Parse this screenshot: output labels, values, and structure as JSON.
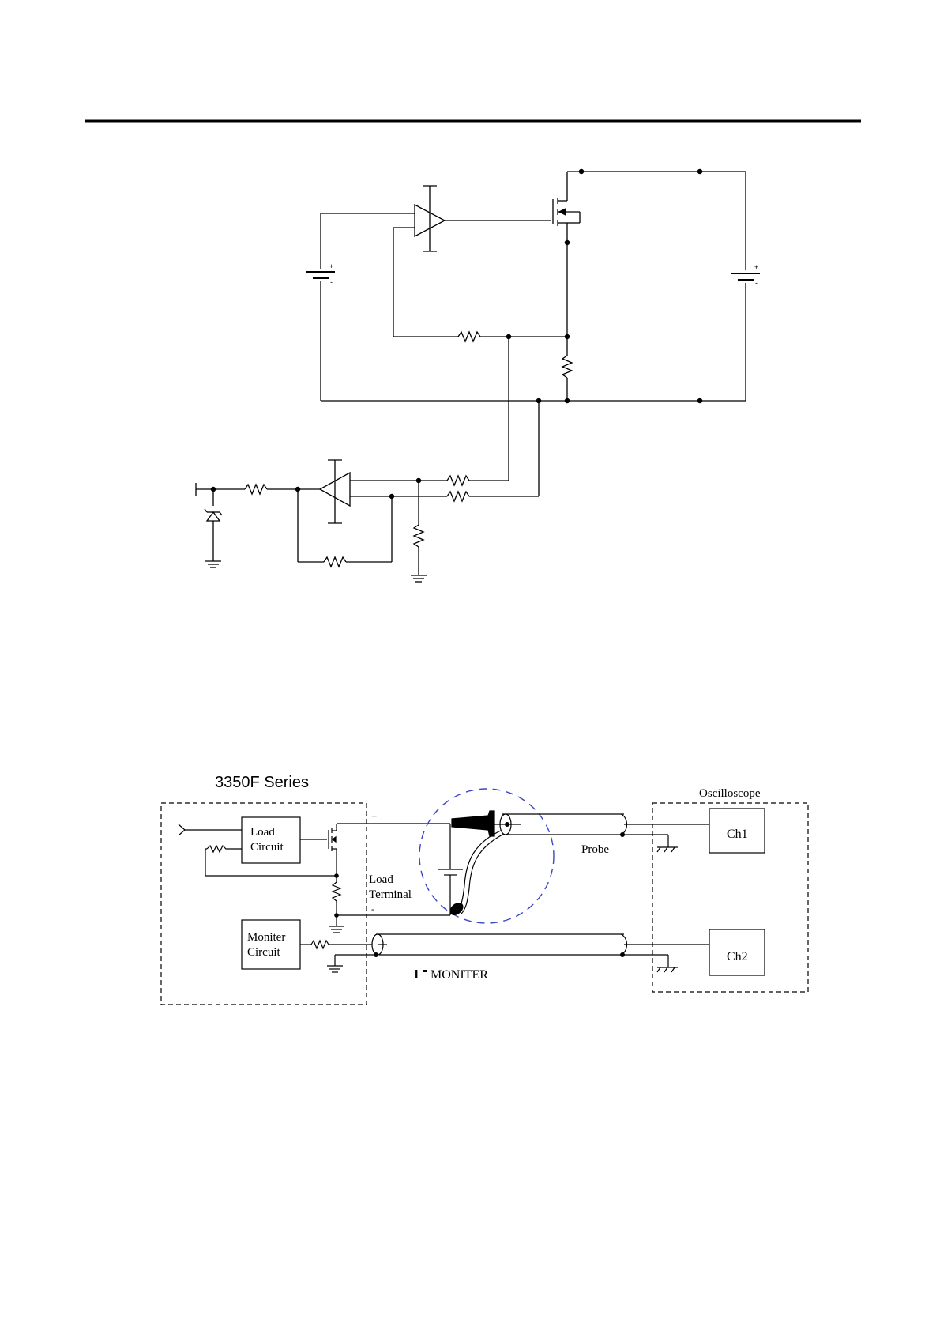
{
  "colors": {
    "ink": "#000000",
    "dashed_circle": "#3b46c4",
    "probe_tip": "#000000"
  },
  "diagram2": {
    "device_title": "3350F Series",
    "scope_title": "Oscilloscope",
    "load_circuit": [
      "Load",
      "Circuit"
    ],
    "moniter_circuit": [
      "Moniter",
      "Circuit"
    ],
    "load_terminal": [
      "Load",
      "Terminal"
    ],
    "plus_sign": "+",
    "minus_sign": "-",
    "probe_label": "Probe",
    "ch1_label": "Ch1",
    "ch2_label": "Ch2",
    "moniter_label": "MONITER",
    "moniter_prefix": "I"
  }
}
